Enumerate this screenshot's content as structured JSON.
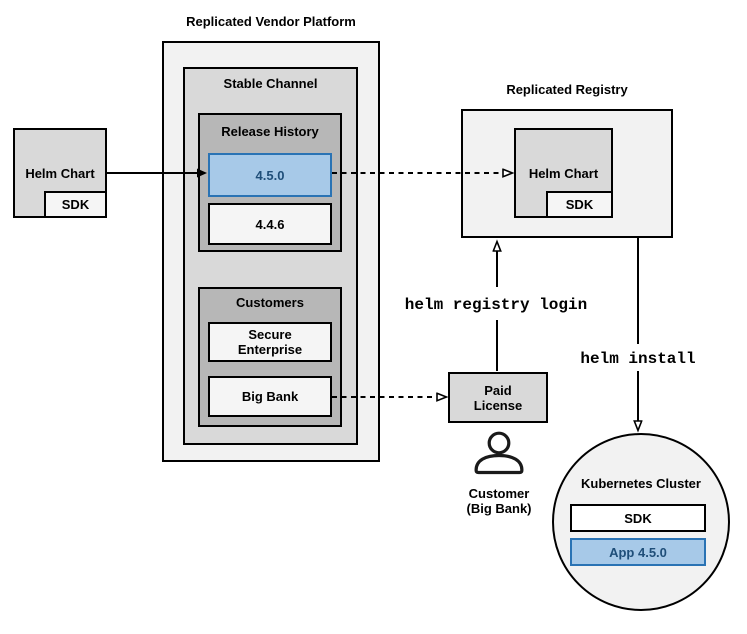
{
  "colors": {
    "accent_blue_fill": "#a7c9e8",
    "accent_blue_border": "#2a73b4",
    "accent_blue_text": "#1f4e79",
    "gray_light": "#f2f2f2",
    "gray_mid": "#d9d9d9",
    "gray_dark": "#b7b7b7",
    "off_white": "#f5f5f5"
  },
  "vendor_platform": {
    "title": "Replicated Vendor Platform",
    "stable_channel": "Stable Channel",
    "release_history": "Release History",
    "release_current": "4.5.0",
    "release_previous": "4.4.6",
    "customers": "Customers",
    "customer_secure_enterprise": "Secure\nEnterprise",
    "customer_big_bank": "Big Bank"
  },
  "source_chart": {
    "label": "Helm Chart",
    "sdk": "SDK"
  },
  "registry": {
    "title": "Replicated Registry",
    "helm_chart": "Helm Chart",
    "sdk": "SDK"
  },
  "license": {
    "label": "Paid\nLicense"
  },
  "customer": {
    "label": "Customer\n(Big Bank)"
  },
  "cluster": {
    "title": "Kubernetes Cluster",
    "sdk": "SDK",
    "app": "App 4.5.0"
  },
  "commands": {
    "registry_login": "helm registry login",
    "install": "helm install"
  }
}
